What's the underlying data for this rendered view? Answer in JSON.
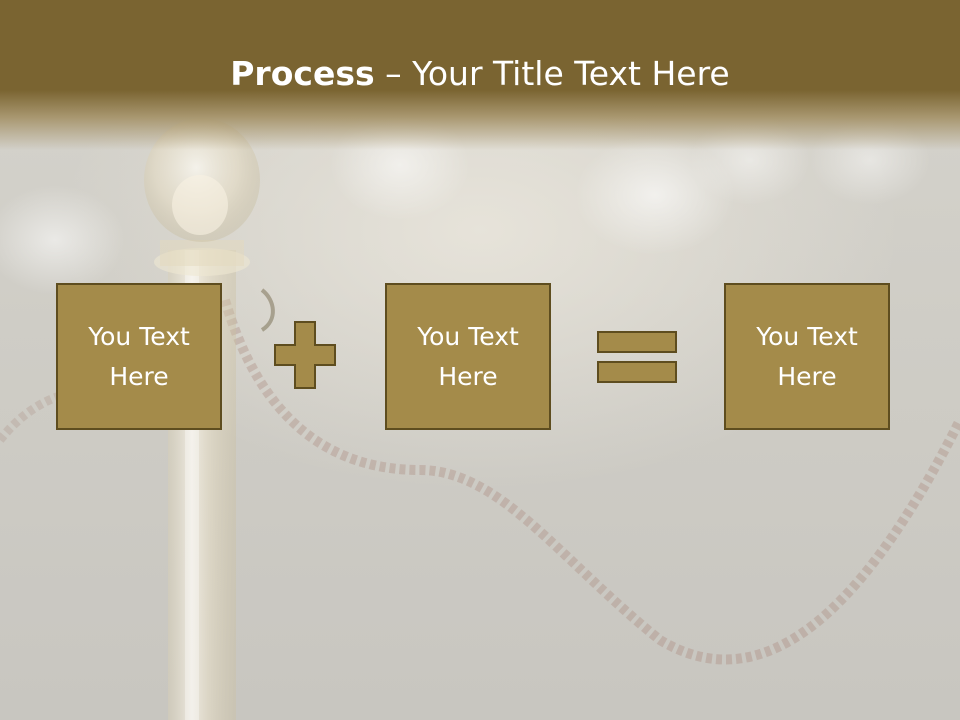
{
  "slide": {
    "title_bold": "Process",
    "title_rest": " – Your Title Text Here",
    "boxes": [
      {
        "label": "You Text Here"
      },
      {
        "label": "You Text Here"
      },
      {
        "label": "You Text Here"
      }
    ],
    "operators": [
      "plus-icon",
      "equals-icon"
    ]
  },
  "colors": {
    "header": "#7a6431",
    "box_fill": "#a48b4a",
    "box_border": "#5e4d1f",
    "text": "#ffffff"
  }
}
